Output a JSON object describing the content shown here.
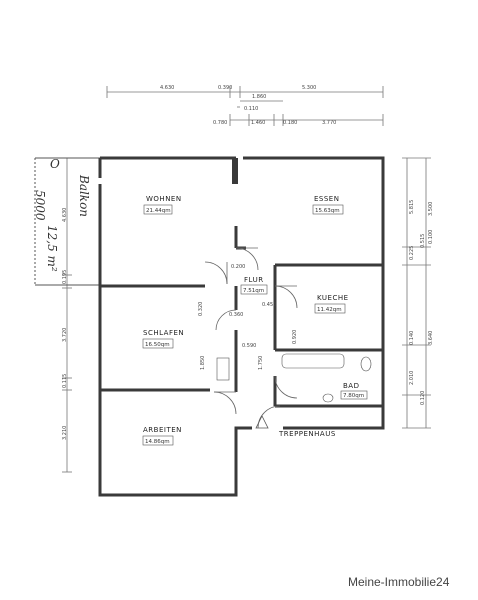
{
  "rooms": {
    "wohnen": {
      "name": "WOHNEN",
      "area": "21.44qm"
    },
    "essen": {
      "name": "ESSEN",
      "area": "15.63qm"
    },
    "flur": {
      "name": "FLUR",
      "area": "7.51qm"
    },
    "kueche": {
      "name": "KUECHE",
      "area": "11.42qm"
    },
    "schlafen": {
      "name": "SCHLAFEN",
      "area": "16.50qm"
    },
    "bad": {
      "name": "BAD",
      "area": "7.80qm"
    },
    "arbeiten": {
      "name": "ARBEITEN",
      "area": "14.86qm"
    },
    "treppenhaus": {
      "name": "TREPPENHAUS"
    }
  },
  "top_dims": {
    "row1": [
      "4.630",
      "0.390",
      "5.300"
    ],
    "row2": [
      "1.860"
    ],
    "row3": [
      "0.110"
    ],
    "row4": [
      "0.780",
      "1.460",
      "0.180",
      "3.770"
    ]
  },
  "right_dims": [
    "5.815",
    "3.500",
    "0.225",
    "0.515",
    "0.100",
    "0.140",
    "3.640",
    "2.010",
    "0.120"
  ],
  "left_dims": [
    "4.630",
    "0.195",
    "3.720",
    "0.115",
    "3.210"
  ],
  "interior_dims": [
    "0.200",
    "0.320",
    "0.360",
    "0.450",
    "0.920",
    "0.590",
    "1.850",
    "1.750"
  ],
  "handwriting": {
    "balkon": "Balkon",
    "dims": "5000",
    "area": "12,5 m²",
    "mark": "O"
  },
  "watermark": "Meine-Immobilie24"
}
